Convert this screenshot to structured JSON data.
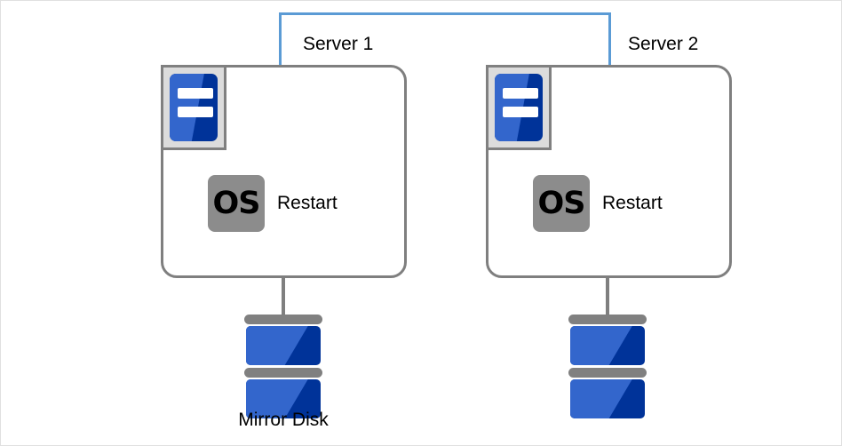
{
  "diagram": {
    "title": "Mirror disk cluster restart diagram",
    "colors": {
      "interconnect": "#5b9bd5",
      "box_border": "#7f7f7f",
      "icon_blue_light": "#3366cc",
      "icon_blue_dark": "#003399",
      "os_badge_gray": "#8c8c8c",
      "disk_plate_gray": "#808080",
      "canvas_border": "#e0e0e0"
    },
    "interconnect": {
      "name": "server-interconnect-link"
    },
    "servers": [
      {
        "label": "Server 1",
        "icon_name": "server-rack-icon",
        "os_badge": "OS",
        "status": "Restart",
        "disk": {
          "icon_name": "mirror-disk-icon",
          "label": "Mirror Disk"
        }
      },
      {
        "label": "Server 2",
        "icon_name": "server-rack-icon",
        "os_badge": "OS",
        "status": "Restart",
        "disk": {
          "icon_name": "mirror-disk-icon",
          "label": ""
        }
      }
    ]
  }
}
